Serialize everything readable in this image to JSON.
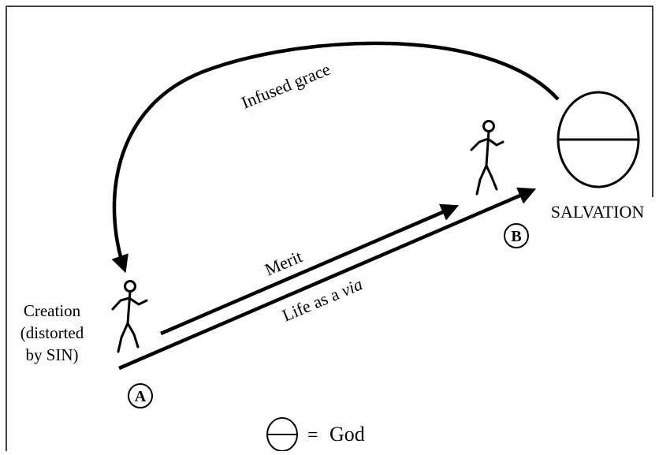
{
  "diagram": {
    "labels": {
      "infused_grace": "Infused grace",
      "merit": "Merit",
      "life_as_a": "Life as a ",
      "via": "via",
      "salvation": "SALVATION",
      "creation_line1": "Creation",
      "creation_line2": "(distorted",
      "creation_line3": "by SIN)",
      "point_a": "A",
      "point_b": "B",
      "legend_equals": "=",
      "legend_god": "God"
    },
    "icons": {
      "god_symbol": "circle-with-horizontal-bar-icon",
      "figure": "walking-stick-figure-icon",
      "arrow": "arrowhead-icon"
    },
    "colors": {
      "ink": "#000000",
      "background": "#ffffff"
    }
  }
}
